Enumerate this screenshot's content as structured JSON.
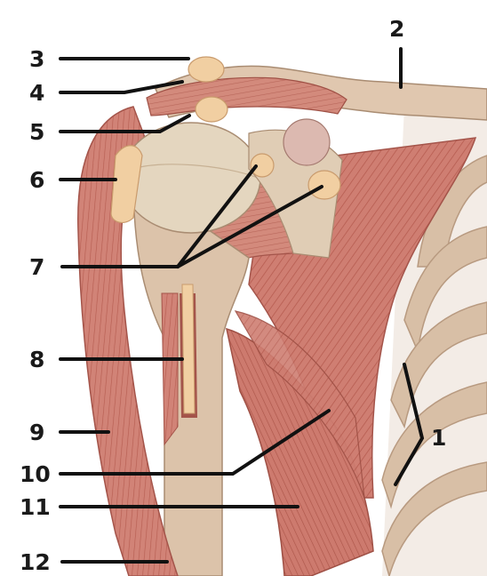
{
  "figure": {
    "labels": {
      "l1": "1",
      "l2": "2",
      "l3": "3",
      "l4": "4",
      "l5": "5",
      "l6": "6",
      "l7": "7",
      "l8": "8",
      "l9": "9",
      "l10": "10",
      "l11": "11",
      "l12": "12"
    },
    "colors": {
      "muscle": "#cf7e72",
      "muscle_dark": "#b15b50",
      "bone": "#dcc3aa",
      "bone_light": "#e6d9c2",
      "cartilage": "#f1cfa2",
      "leader": "#111111"
    }
  }
}
